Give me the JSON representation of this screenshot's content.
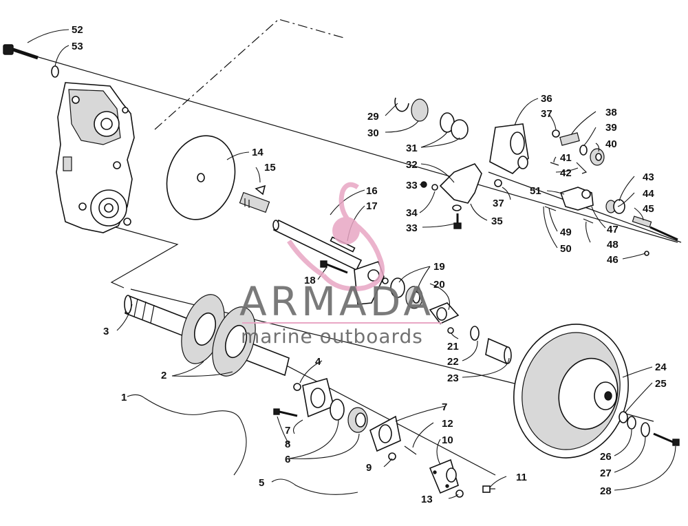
{
  "callouts": [
    {
      "n": "52"
    },
    {
      "n": "53"
    },
    {
      "n": "14"
    },
    {
      "n": "15"
    },
    {
      "n": "16"
    },
    {
      "n": "17"
    },
    {
      "n": "18"
    },
    {
      "n": "3"
    },
    {
      "n": "2"
    },
    {
      "n": "1"
    },
    {
      "n": "4"
    },
    {
      "n": "7"
    },
    {
      "n": "8"
    },
    {
      "n": "6"
    },
    {
      "n": "5"
    },
    {
      "n": "7"
    },
    {
      "n": "12"
    },
    {
      "n": "10"
    },
    {
      "n": "9"
    },
    {
      "n": "11"
    },
    {
      "n": "13"
    },
    {
      "n": "19"
    },
    {
      "n": "20"
    },
    {
      "n": "21"
    },
    {
      "n": "22"
    },
    {
      "n": "23"
    },
    {
      "n": "24"
    },
    {
      "n": "25"
    },
    {
      "n": "26"
    },
    {
      "n": "27"
    },
    {
      "n": "28"
    },
    {
      "n": "29"
    },
    {
      "n": "30"
    },
    {
      "n": "31"
    },
    {
      "n": "32"
    },
    {
      "n": "33"
    },
    {
      "n": "34"
    },
    {
      "n": "33"
    },
    {
      "n": "35"
    },
    {
      "n": "36"
    },
    {
      "n": "37"
    },
    {
      "n": "38"
    },
    {
      "n": "39"
    },
    {
      "n": "40"
    },
    {
      "n": "41"
    },
    {
      "n": "42"
    },
    {
      "n": "37"
    },
    {
      "n": "43"
    },
    {
      "n": "44"
    },
    {
      "n": "45"
    },
    {
      "n": "51"
    },
    {
      "n": "47"
    },
    {
      "n": "49"
    },
    {
      "n": "48"
    },
    {
      "n": "50"
    },
    {
      "n": "46"
    }
  ],
  "watermark": {
    "brand": "ARMADA",
    "tagline": "marine outboards",
    "accent_color": "#e8a6c4",
    "text_color": "#6f6f6f"
  }
}
